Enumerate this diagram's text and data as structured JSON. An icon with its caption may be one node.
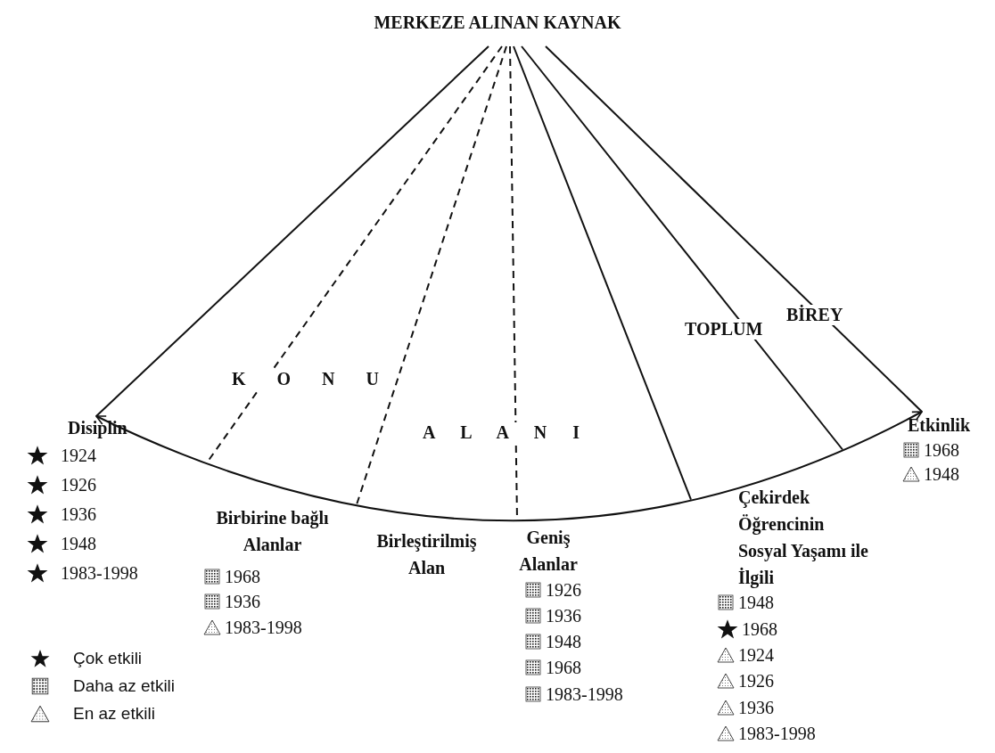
{
  "diagram": {
    "nodes": [
      {
        "text": [
          "MERKEZE ALINAN KAYNAK"
        ]
      },
      {
        "text": [
          "Disiplin"
        ],
        "beside": [
          "1924",
          "1926",
          "1936",
          "1948",
          "1983-1998"
        ]
      },
      {
        "text": [
          "Etkinlik"
        ],
        "beside": [
          "1968",
          "1948"
        ]
      }
    ],
    "edges": [
      {
        "from": 0,
        "to": 1,
        "arrow": "none"
      },
      {
        "from": 0,
        "to": null,
        "arrow": "none",
        "style": "dashed"
      },
      {
        "from": 0,
        "to": null,
        "arrow": "none",
        "style": "dashed"
      },
      {
        "from": 0,
        "to": null,
        "arrow": "none",
        "style": "dashed"
      },
      {
        "from": 0,
        "to": null,
        "arrow": "none"
      },
      {
        "from": 0,
        "to": null,
        "arrow": "none"
      },
      {
        "from": 0,
        "to": 2,
        "arrow": "none"
      },
      {
        "from": 1,
        "to": 2,
        "arrow": "both"
      }
    ],
    "labels": [
      "K O N U",
      "A L A N I",
      "TOPLUM",
      "BİREY",
      "Birbirine bağlı Alanlar",
      "1968",
      "1936",
      "1983-1998",
      "Birleştirilmiş Alan",
      "Geniş Alanlar",
      "1926",
      "1936",
      "1948",
      "1968",
      "1983-1998",
      "Çekirdek Öğrencinin Sosyal Yaşamı ile İlgili",
      "1948",
      "1968",
      "1924",
      "1926",
      "1936",
      "1983-1998"
    ],
    "legend": [
      {
        "text": "Çok etkili"
      },
      {
        "text": "Daha az etkili"
      },
      {
        "text": "En az etkili"
      }
    ]
  }
}
